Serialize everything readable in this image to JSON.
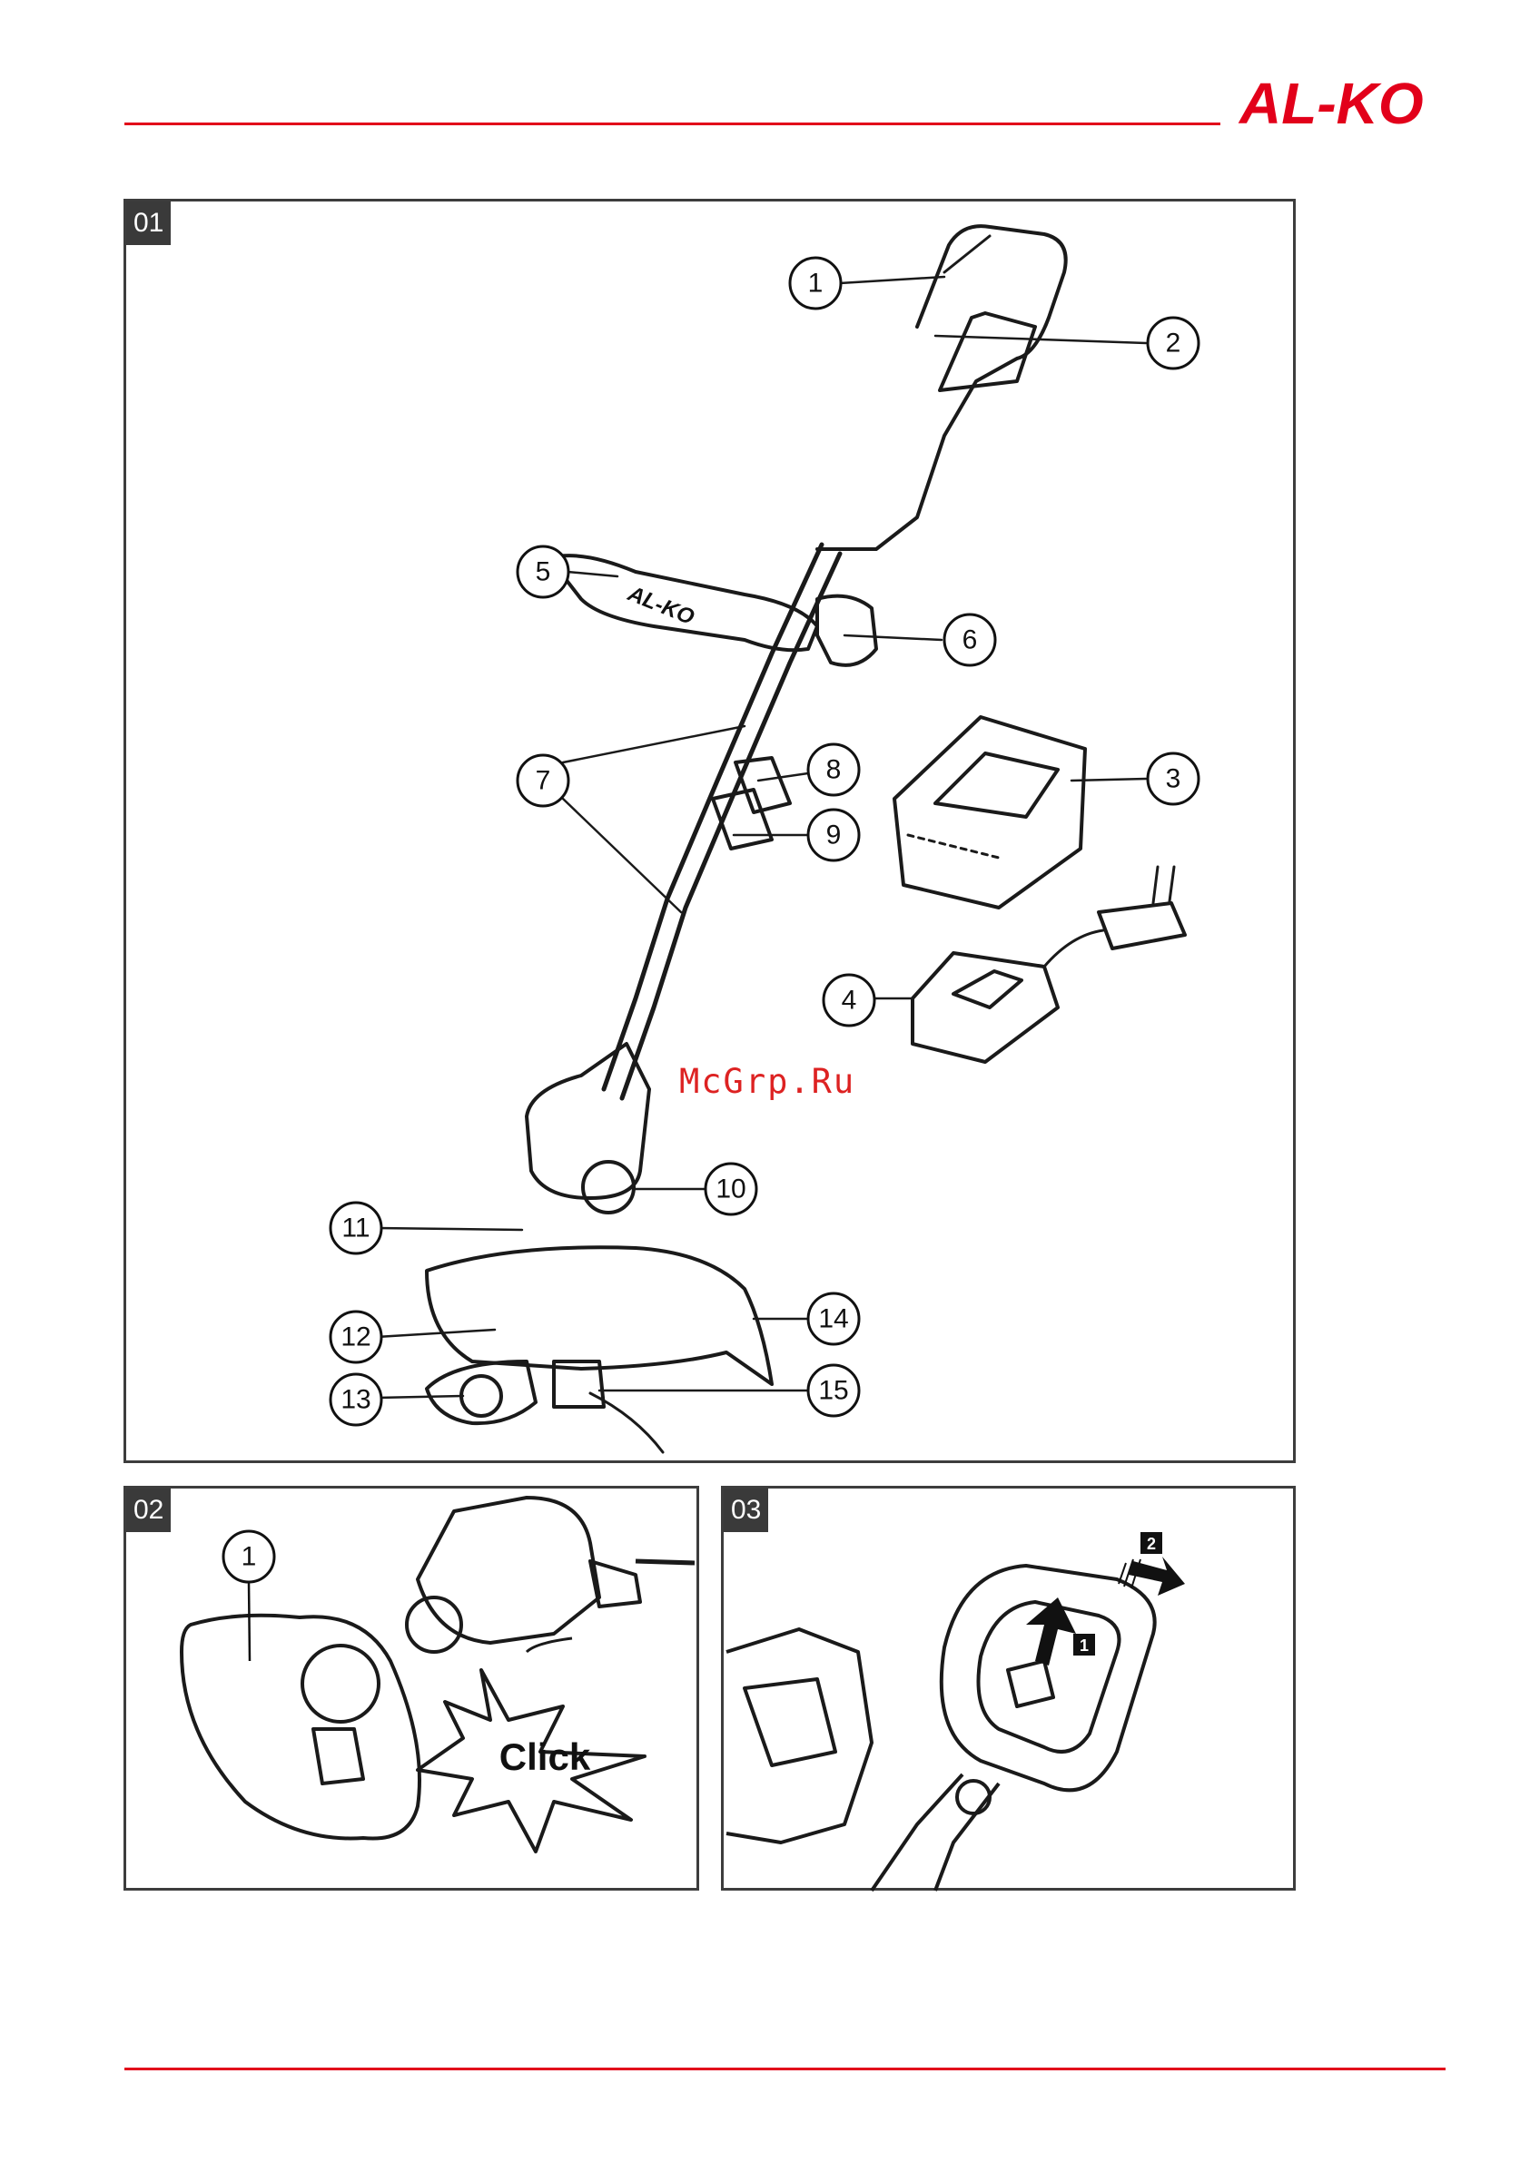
{
  "header": {
    "brand": "AL-KO",
    "brand_color": "#e2001a",
    "rule_color": "#e2001a"
  },
  "watermark": "McGrp.Ru",
  "panels": [
    {
      "id": "01",
      "callouts": [
        "1",
        "2",
        "3",
        "4",
        "5",
        "6",
        "7",
        "8",
        "9",
        "10",
        "11",
        "12",
        "13",
        "14",
        "15"
      ]
    },
    {
      "id": "02",
      "callouts": [
        "1"
      ],
      "burst_text": "Click"
    },
    {
      "id": "03",
      "step_badges": [
        "1",
        "2"
      ]
    }
  ],
  "handle_logo": "AL-KO"
}
